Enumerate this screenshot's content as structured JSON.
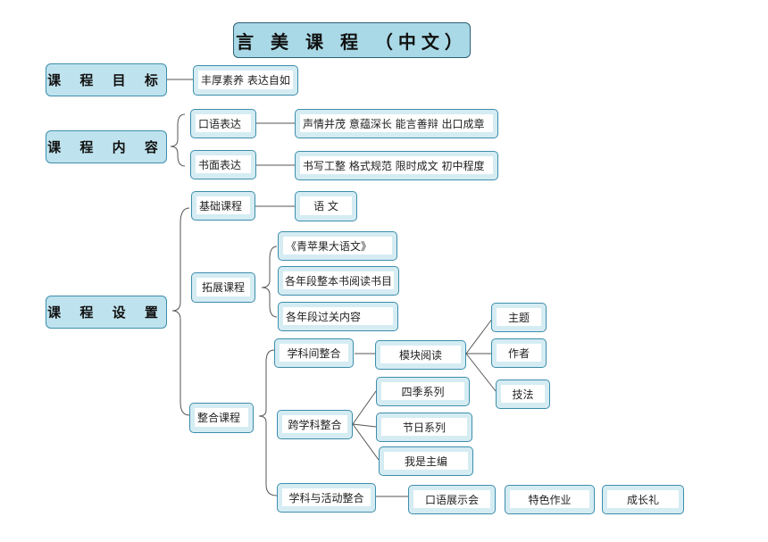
{
  "title": "言 美 课 程 （中文）",
  "sections": {
    "goal": {
      "label": "课 程 目 标",
      "text": "丰厚素养 表达自如"
    },
    "content": {
      "label": "课 程 内 容",
      "oral": {
        "label": "口语表达",
        "text": "声情并茂 意蕴深长 能言善辩 出口成章"
      },
      "written": {
        "label": "书面表达",
        "text": "书写工整 格式规范 限时成文 初中程度"
      }
    },
    "setup": {
      "label": "课 程 设 置",
      "basic": {
        "label": "基础课程",
        "item": "语 文"
      },
      "extended": {
        "label": "拓展课程",
        "items": [
          "《青苹果大语文》",
          "各年段整本书阅读书目",
          "各年段过关内容"
        ]
      },
      "integrated": {
        "label": "整合课程",
        "intra": {
          "label": "学科间整合",
          "module": "模块阅读",
          "aspects": [
            "主题",
            "作者",
            "技法"
          ]
        },
        "cross": {
          "label": "跨学科整合",
          "items": [
            "四季系列",
            "节日系列",
            "我是主编"
          ]
        },
        "activity": {
          "label": "学科与活动整合",
          "items": [
            "口语展示会",
            "特色作业",
            "成长礼"
          ]
        }
      }
    }
  }
}
